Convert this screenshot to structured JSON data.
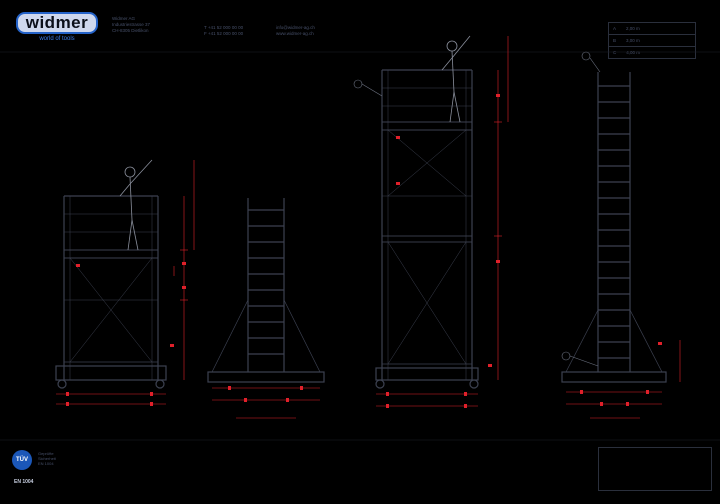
{
  "brand": {
    "logo_text": "widmer",
    "tagline": "world of tools",
    "accent": "#2563c9"
  },
  "header": {
    "address": [
      "Widmer AG",
      "Industriestrasse 37",
      "CH-8305 Dietlikon"
    ],
    "phone": [
      "T +41 52 000 00 00",
      "F +41 52 000 00 00"
    ],
    "web": [
      "info@widmer-ag.ch",
      "www.widmer-ag.ch"
    ]
  },
  "certification": {
    "badge": "TÜV",
    "lines": [
      "Geprüfte",
      "Sicherheit",
      "EN 1004"
    ],
    "standard": "EN 1004"
  },
  "reference_table": [
    {
      "code": "A",
      "value": "2,00 m"
    },
    {
      "code": "B",
      "value": "3,00 m"
    },
    {
      "code": "C",
      "value": "4,00 m"
    }
  ],
  "colors": {
    "line": "#3c4150",
    "dimension": "#e0202a",
    "figure": "#8a8f9c"
  }
}
